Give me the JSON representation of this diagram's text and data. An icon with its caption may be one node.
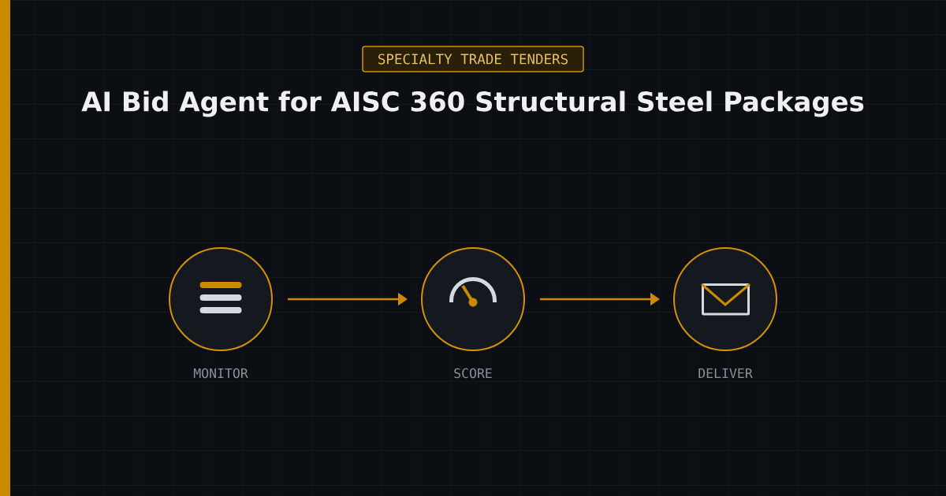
{
  "diagram": {
    "title": "AI Bid Agent for AISC 360 Structural Steel Packages",
    "nodes": [
      {
        "text": [
          "SPECIALTY TRADE TENDERS"
        ]
      },
      {
        "text": [
          "MONITOR"
        ]
      },
      {
        "text": [
          "SCORE"
        ]
      },
      {
        "text": [
          "DELIVER"
        ]
      }
    ],
    "edges": [
      {
        "from": 1,
        "to": 2,
        "arrow": "to"
      },
      {
        "from": 2,
        "to": 3,
        "arrow": "to"
      }
    ]
  }
}
